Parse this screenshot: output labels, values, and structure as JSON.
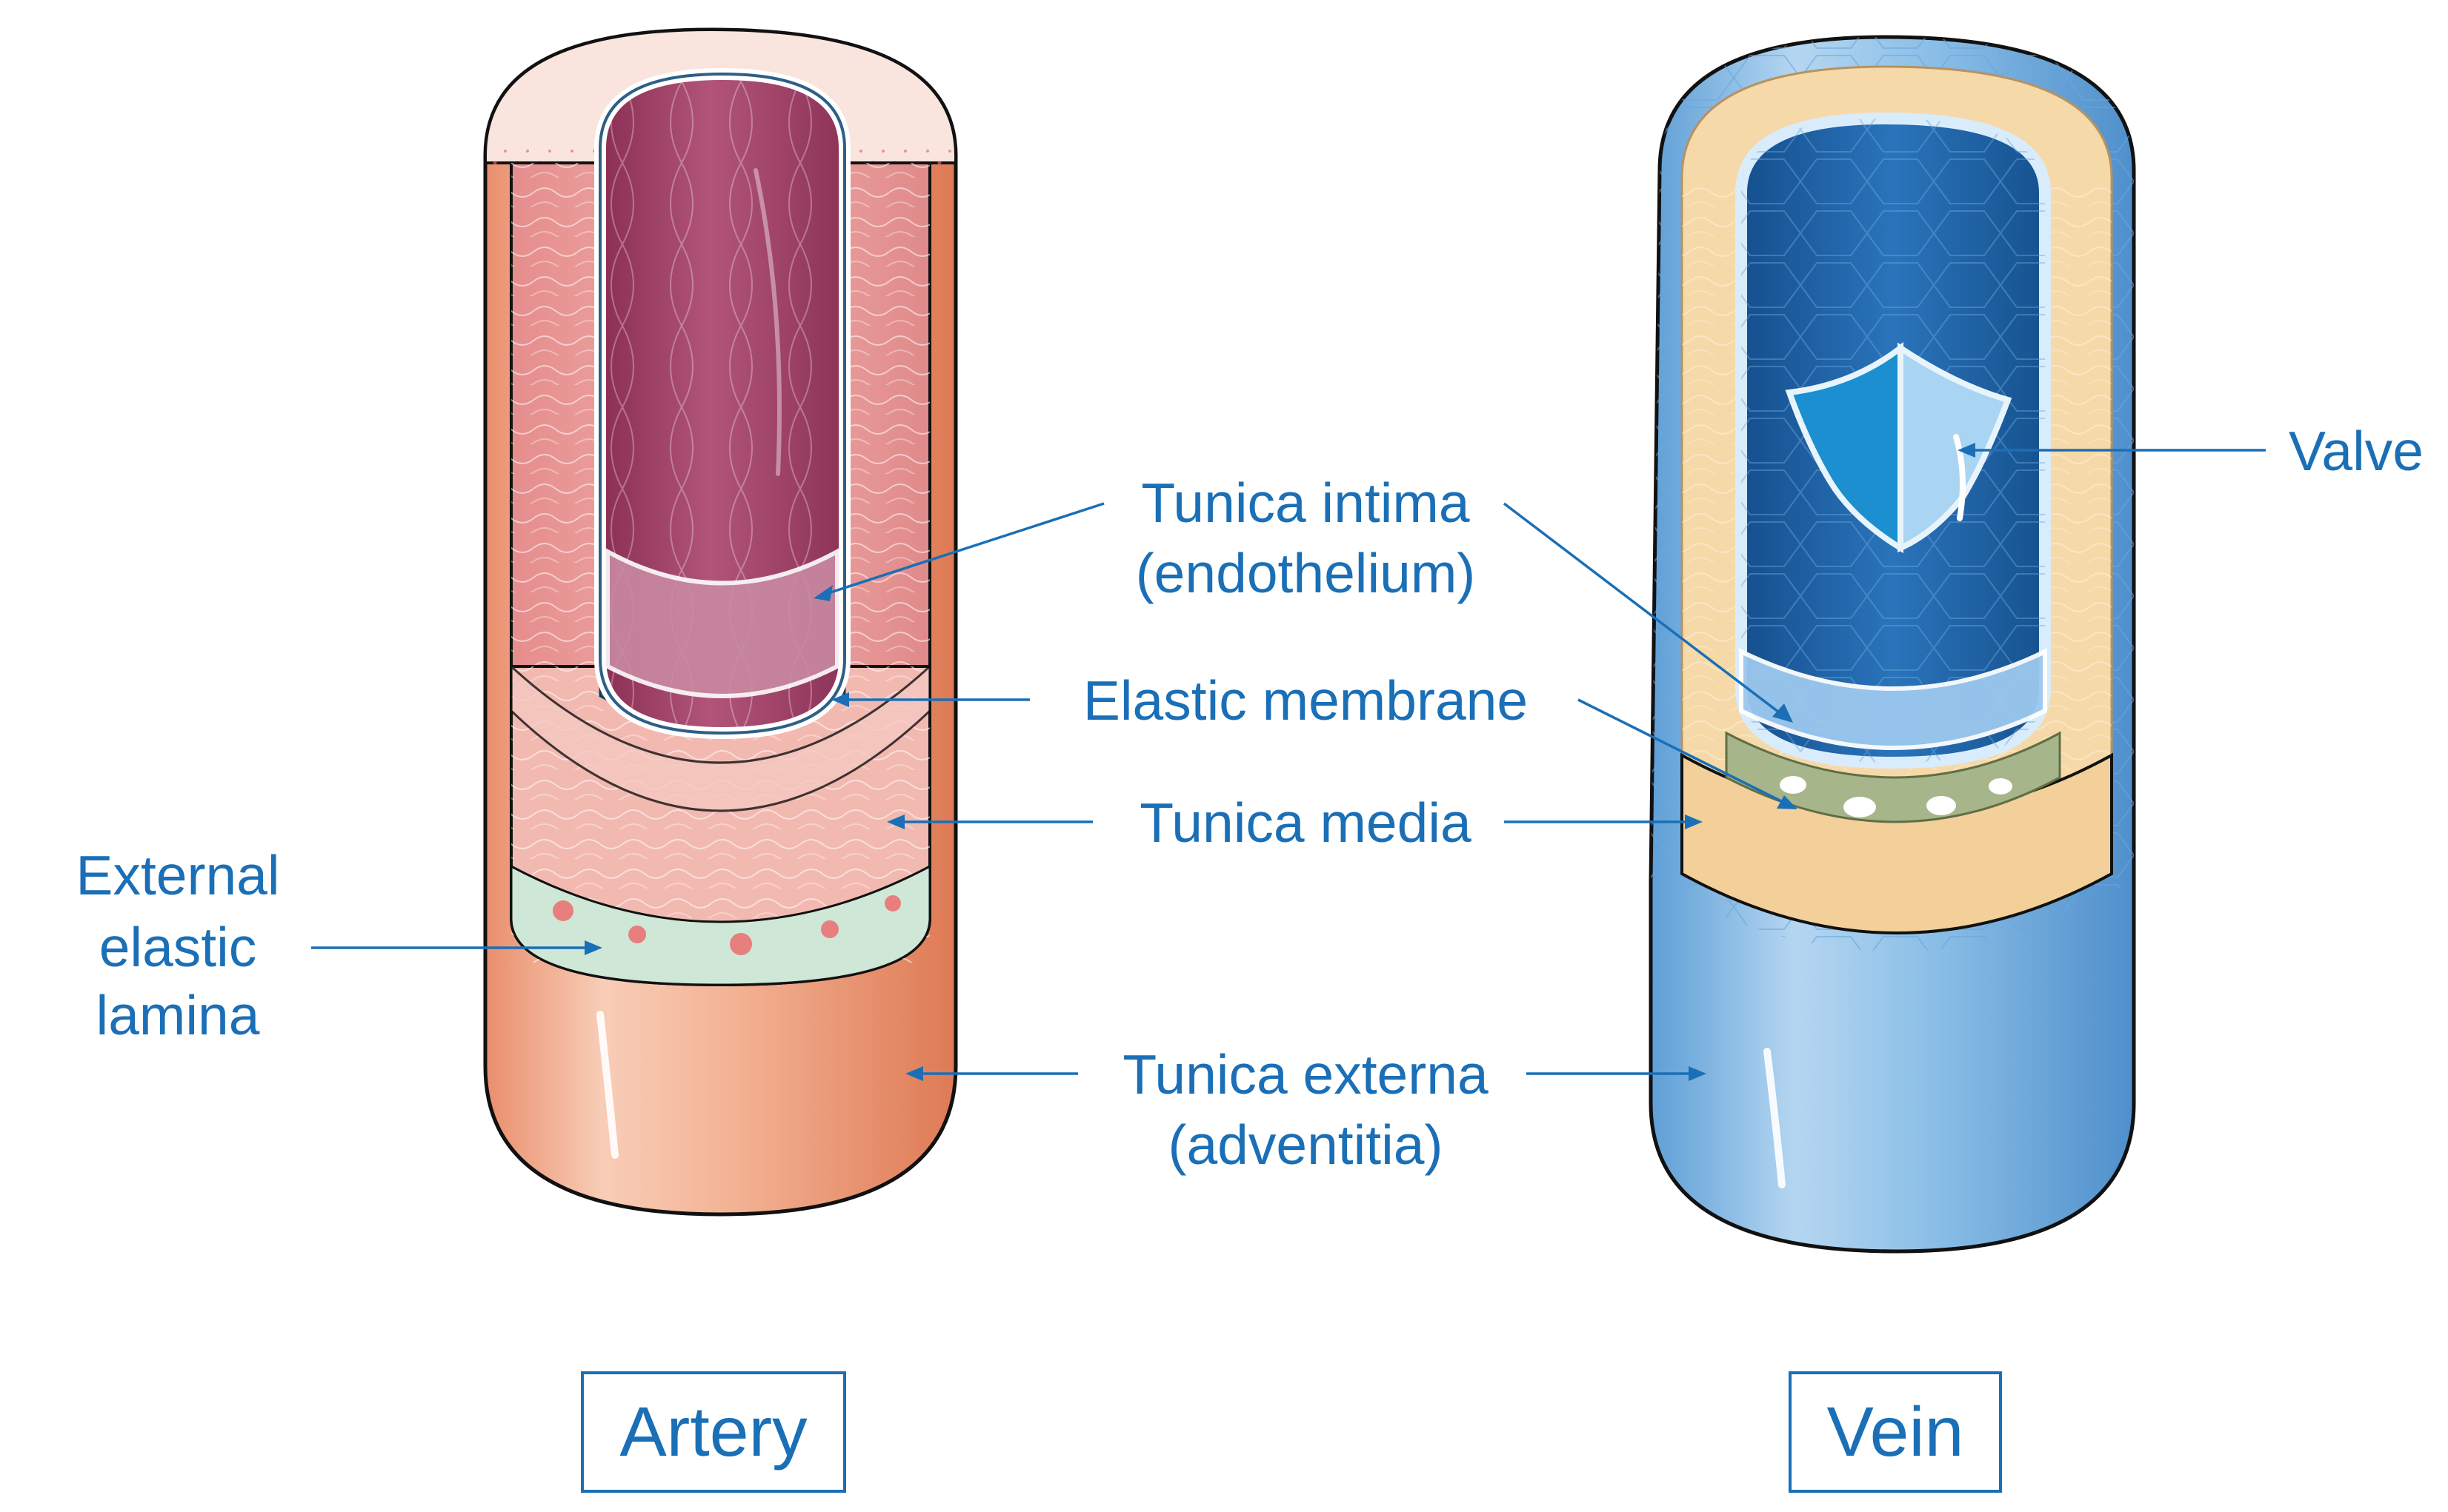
{
  "labels": {
    "tunica_intima_line1": "Tunica intima",
    "tunica_intima_line2": "(endothelium)",
    "elastic_membrane": "Elastic membrane",
    "tunica_media": "Tunica media",
    "tunica_externa_line1": "Tunica externa",
    "tunica_externa_line2": "(adventitia)",
    "external_elastic_line1": "External",
    "external_elastic_line2": "elastic",
    "external_elastic_line3": "lamina",
    "valve": "Valve"
  },
  "captions": {
    "artery": "Artery",
    "vein": "Vein"
  },
  "colors": {
    "label_blue": "#1a6fb6",
    "artery_outer": "#f0a98a",
    "artery_media": "#e9a29d",
    "artery_lumen": "#a9476b",
    "vein_outer": "#7fb3e0",
    "vein_media": "#f6d9a8",
    "vein_lumen": "#1d63a8"
  }
}
